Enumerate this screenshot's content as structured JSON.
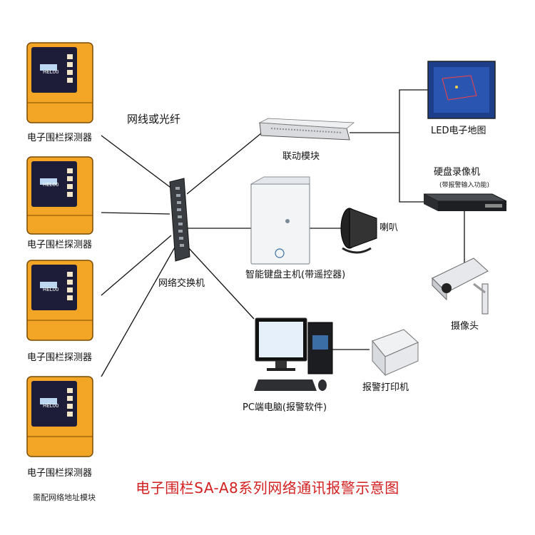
{
  "diagram": {
    "title": "电子围栏SA-A8系列网络通讯报警示意图",
    "cable_label": "网线或光纤",
    "detector_label": "电子围栏探测器",
    "detector_display": "HEL00",
    "detector_footnote": "需配网络地址模块",
    "switch_label": "网络交换机",
    "linkage_label": "联动模块",
    "led_map_label": "LED电子地图",
    "nvr_label": "硬盘录像机",
    "nvr_sublabel": "(带报警输入功能)",
    "keyboard_host_label": "智能键盘主机(带遥控器)",
    "speaker_label": "喇叭",
    "camera_label": "摄像头",
    "pc_label": "PC端电脑(报警软件)",
    "printer_label": "报警打印机"
  },
  "colors": {
    "detector_orange": "#f3a626",
    "detector_panel": "#1d1d3a",
    "title_red": "#d31f1f",
    "line": "#111111"
  }
}
